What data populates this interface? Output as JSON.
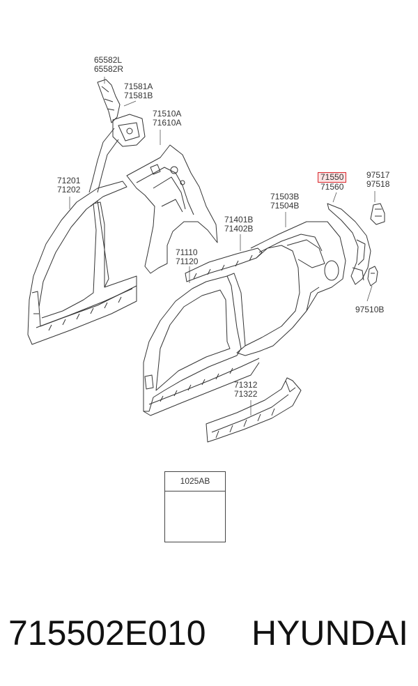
{
  "callouts": {
    "c1": [
      "65582L",
      "65582R"
    ],
    "c2": [
      "71581A",
      "71581B"
    ],
    "c3": [
      "71510A",
      "71610A"
    ],
    "c4": [
      "71201",
      "71202"
    ],
    "c5": [
      "71503B",
      "71504B"
    ],
    "c6": [
      "71401B",
      "71402B"
    ],
    "c7": [
      "71110",
      "71120"
    ],
    "c8_highlighted": "71550",
    "c8_second": "71560",
    "c9": [
      "97517",
      "97518"
    ],
    "c10": "97510B",
    "c11": [
      "71312",
      "71322"
    ]
  },
  "inset": {
    "label": "1025AB"
  },
  "footer": {
    "part_number": "715502E010",
    "brand": "HYUNDAI"
  },
  "colors": {
    "highlight_border": "#d9262c",
    "highlight_fill": "#fbe3e3",
    "line": "#333333"
  }
}
